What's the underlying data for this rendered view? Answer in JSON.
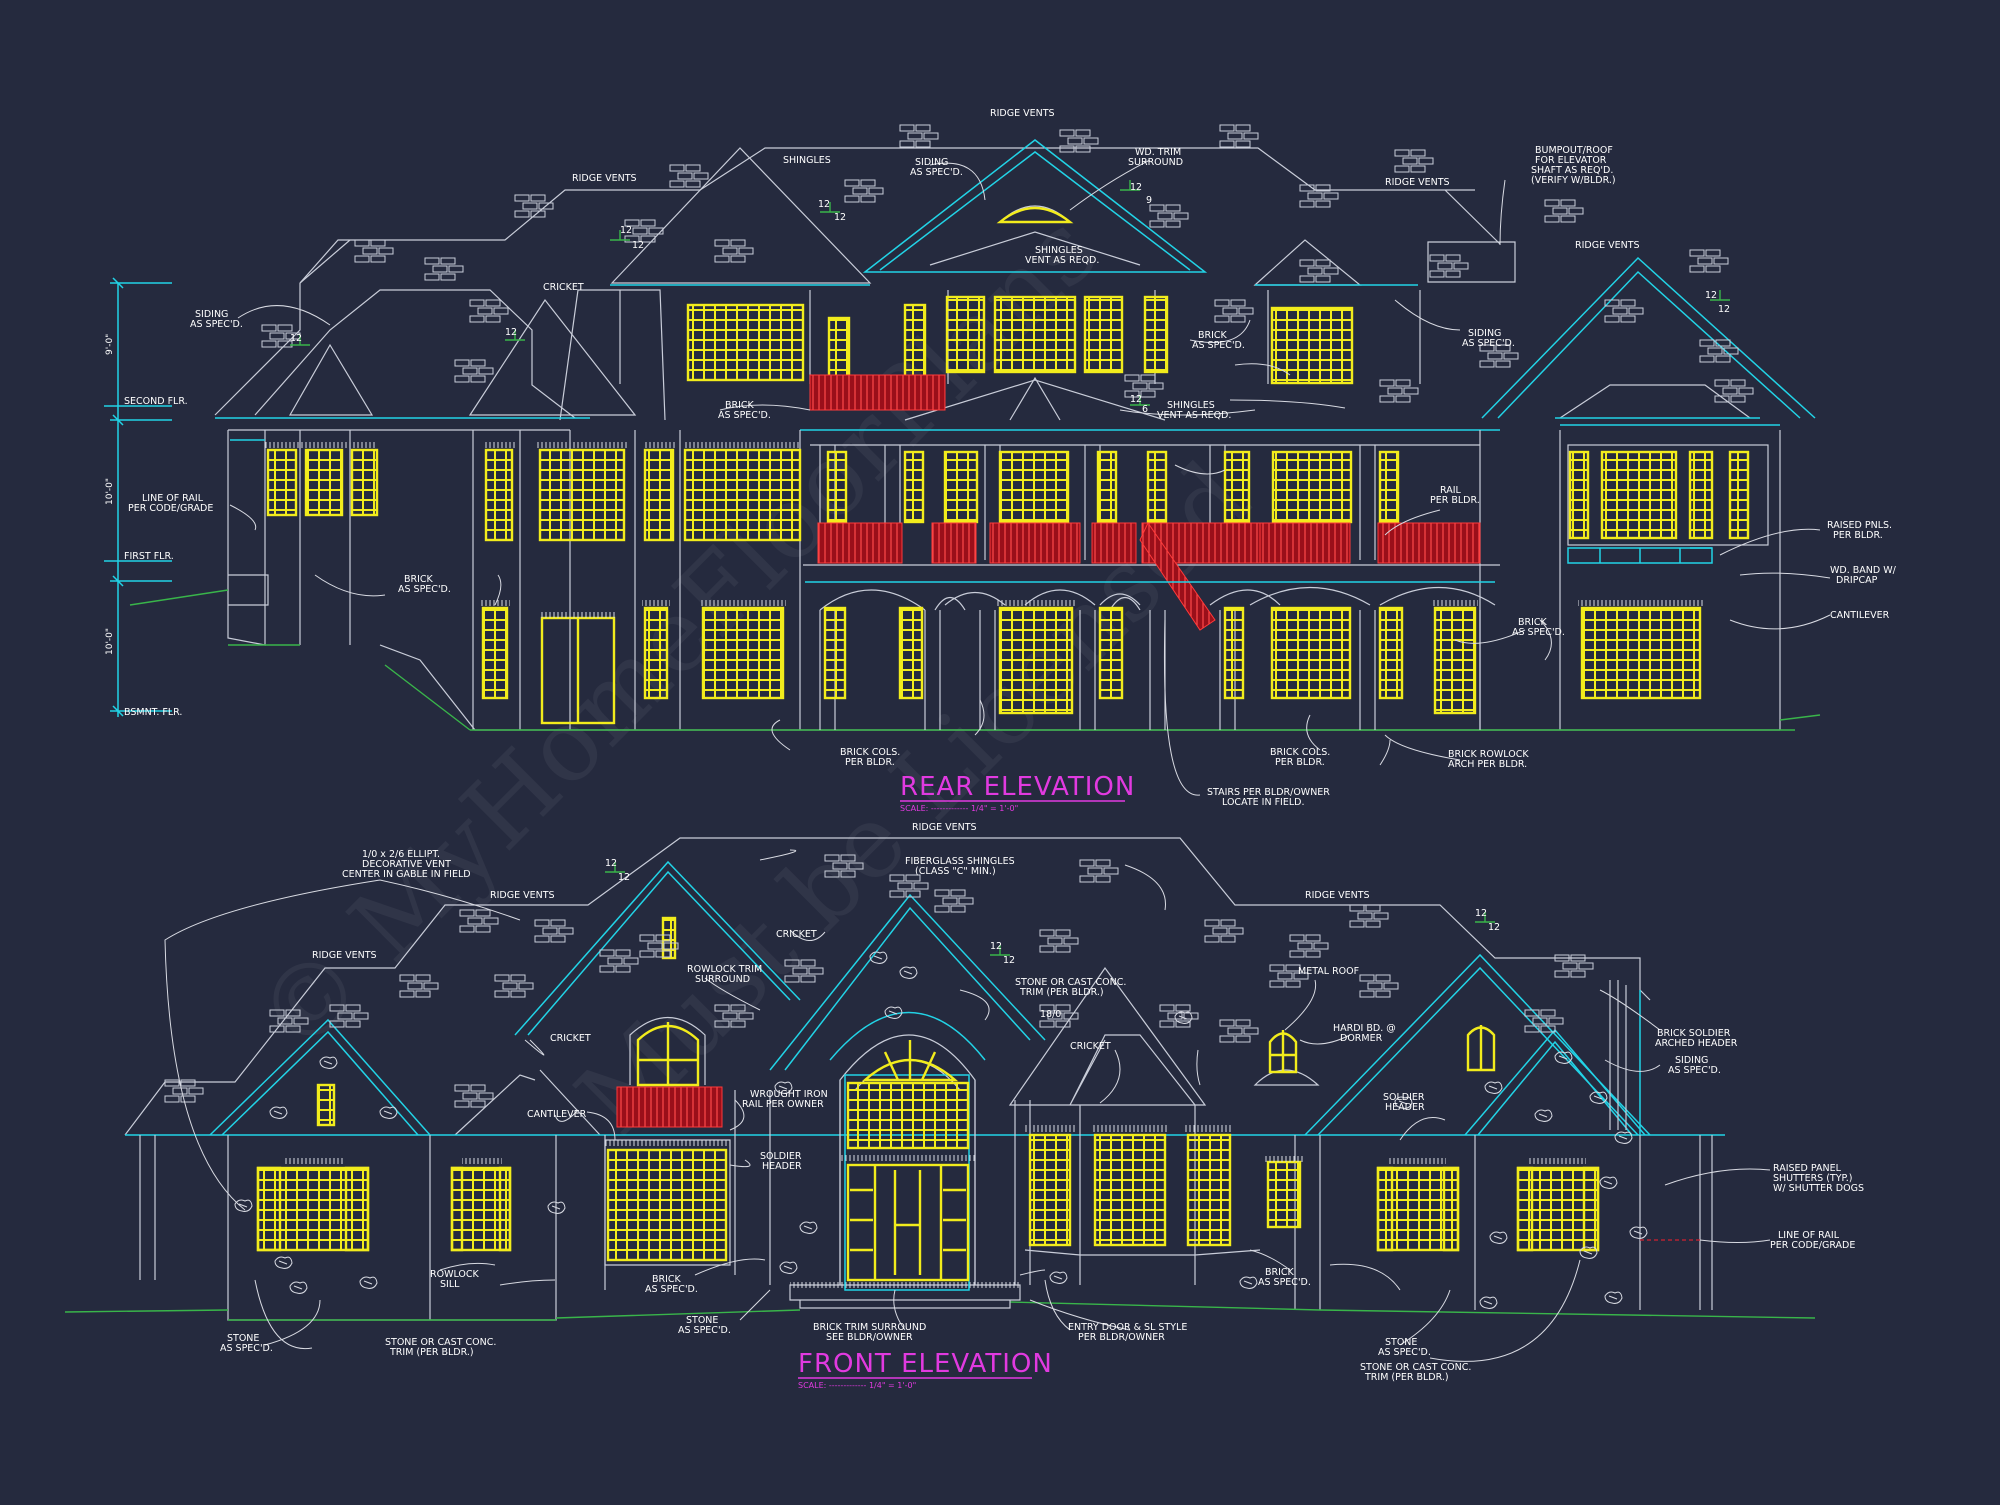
{
  "drawing": {
    "background": "#252a3e",
    "line_color": "#c9cdd9",
    "accent_cyan": "#22d3e6",
    "window_yellow": "#f2ec1c",
    "rail_red": "#c8141e",
    "title_magenta": "#e13ae0",
    "ground_green": "#39b54a"
  },
  "rear": {
    "title": "REAR ELEVATION",
    "scale": "SCALE: ------------- 1/4\" = 1'-0\"",
    "dim_upper": "9'-0\"",
    "dim_middle": "10'-0\"",
    "dim_lower": "10'-0\"",
    "levels": {
      "second": "SECOND FLR.",
      "first": "FIRST FLR.",
      "basement": "BSMNT. FLR."
    },
    "pitch": {
      "rise": "12",
      "run": "12",
      "run_alt_9": "9",
      "run_alt_6": "6"
    },
    "labels": {
      "ridge_vents_top": "RIDGE VENTS",
      "ridge_vents_left": "RIDGE VENTS",
      "ridge_vents_right": "RIDGE VENTS",
      "ridge_vents_far_right": "RIDGE VENTS",
      "shingles": "SHINGLES",
      "siding_center_1": "SIDING",
      "siding_center_2": "AS SPEC'D.",
      "wd_trim_1": "WD. TRIM",
      "wd_trim_2": "SURROUND",
      "bumpout_1": "BUMPOUT/ROOF",
      "bumpout_2": "FOR ELEVATOR",
      "bumpout_3": "SHAFT AS REQ'D.",
      "bumpout_4": "(VERIFY W/BLDR.)",
      "shingles_vent_1": "SHINGLES",
      "shingles_vent_2": "VENT AS REQD.",
      "siding_left_1": "SIDING",
      "siding_left_2": "AS SPEC'D.",
      "cricket": "CRICKET",
      "brick_mid_1": "BRICK",
      "brick_mid_2": "AS SPEC'D.",
      "brick_upper_1": "BRICK",
      "brick_upper_2": "AS SPEC'D.",
      "siding_right_1": "SIDING",
      "siding_right_2": "AS SPEC'D.",
      "shingles_vent2_1": "SHINGLES",
      "shingles_vent2_2": "VENT AS REQD.",
      "line_of_rail_1": "LINE OF RAIL",
      "line_of_rail_2": "PER CODE/GRADE",
      "rail_1": "RAIL",
      "rail_2": "PER BLDR.",
      "raised_pnls_1": "RAISED PNLS.",
      "raised_pnls_2": "PER BLDR.",
      "wd_band_1": "WD. BAND W/",
      "wd_band_2": "DRIPCAP",
      "cantilever": "CANTILEVER",
      "brick_low_1": "BRICK",
      "brick_low_2": "AS SPEC'D.",
      "brick_right_1": "BRICK",
      "brick_right_2": "AS SPEC'D.",
      "brick_cols_1a": "BRICK COLS.",
      "brick_cols_1b": "PER BLDR.",
      "brick_cols_2a": "BRICK COLS.",
      "brick_cols_2b": "PER BLDR.",
      "brick_rowlock_1": "BRICK ROWLOCK",
      "brick_rowlock_2": "ARCH PER BLDR.",
      "stairs_1": "STAIRS PER BLDR/OWNER",
      "stairs_2": "LOCATE IN FIELD."
    }
  },
  "front": {
    "title": "FRONT ELEVATION",
    "scale": "SCALE: ------------- 1/4\" = 1'-0\"",
    "pitch": {
      "rise": "12",
      "run": "12",
      "transom": "18/0"
    },
    "labels": {
      "ridge_vents_top": "RIDGE VENTS",
      "ridge_vents_left": "RIDGE VENTS",
      "ridge_vents_far_left": "RIDGE VENTS",
      "ridge_vents_right": "RIDGE VENTS",
      "ellipt_1": "1/0 x 2/6 ELLIPT.",
      "ellipt_2": "DECORATIVE VENT",
      "ellipt_3": "CENTER IN GABLE IN FIELD",
      "fiberglass_1": "FIBERGLASS SHINGLES",
      "fiberglass_2": "(CLASS \"C\" MIN.)",
      "cricket_1": "CRICKET",
      "cricket_2": "CRICKET",
      "cricket_3": "CRICKET",
      "rowlock_trim_1": "ROWLOCK TRIM",
      "rowlock_trim_2": "SURROUND",
      "stone_trim_1": "STONE OR CAST CONC.",
      "stone_trim_2": "TRIM (PER BLDR.)",
      "metal_roof": "METAL ROOF",
      "hardi_1": "HARDI BD. @",
      "hardi_2": "DORMER",
      "brick_soldier_1": "BRICK SOLDIER",
      "brick_soldier_2": "ARCHED HEADER",
      "siding_1": "SIDING",
      "siding_2": "AS SPEC'D.",
      "cantilever": "CANTILEVER",
      "wrought_1": "WROUGHT IRON",
      "wrought_2": "RAIL PER OWNER",
      "soldier_hdr_1": "SOLDIER",
      "soldier_hdr_2": "HEADER",
      "soldier_hdr2_1": "SOLDIER",
      "soldier_hdr2_2": "HEADER",
      "raised_panel_1": "RAISED PANEL",
      "raised_panel_2": "SHUTTERS (TYP.)",
      "raised_panel_3": "W/ SHUTTER DOGS",
      "line_rail_1": "LINE OF RAIL",
      "line_rail_2": "PER CODE/GRADE",
      "rowlock_sill_1": "ROWLOCK",
      "rowlock_sill_2": "SILL",
      "brick_1a": "BRICK",
      "brick_1b": "AS SPEC'D.",
      "brick_2a": "BRICK",
      "brick_2b": "AS SPEC'D.",
      "stone_l_1": "STONE",
      "stone_l_2": "AS SPEC'D.",
      "stone_cast_l_1": "STONE OR CAST CONC.",
      "stone_cast_l_2": "TRIM (PER BLDR.)",
      "stone_c_1": "STONE",
      "stone_c_2": "AS SPEC'D.",
      "brick_trim_1": "BRICK TRIM SURROUND",
      "brick_trim_2": "SEE BLDR/OWNER",
      "entry_1": "ENTRY DOOR & SL STYLE",
      "entry_2": "PER BLDR/OWNER",
      "stone_r_1": "STONE",
      "stone_r_2": "AS SPEC'D.",
      "stone_cast_r_1": "STONE OR CAST CONC.",
      "stone_cast_r_2": "TRIM (PER BLDR.)"
    }
  }
}
